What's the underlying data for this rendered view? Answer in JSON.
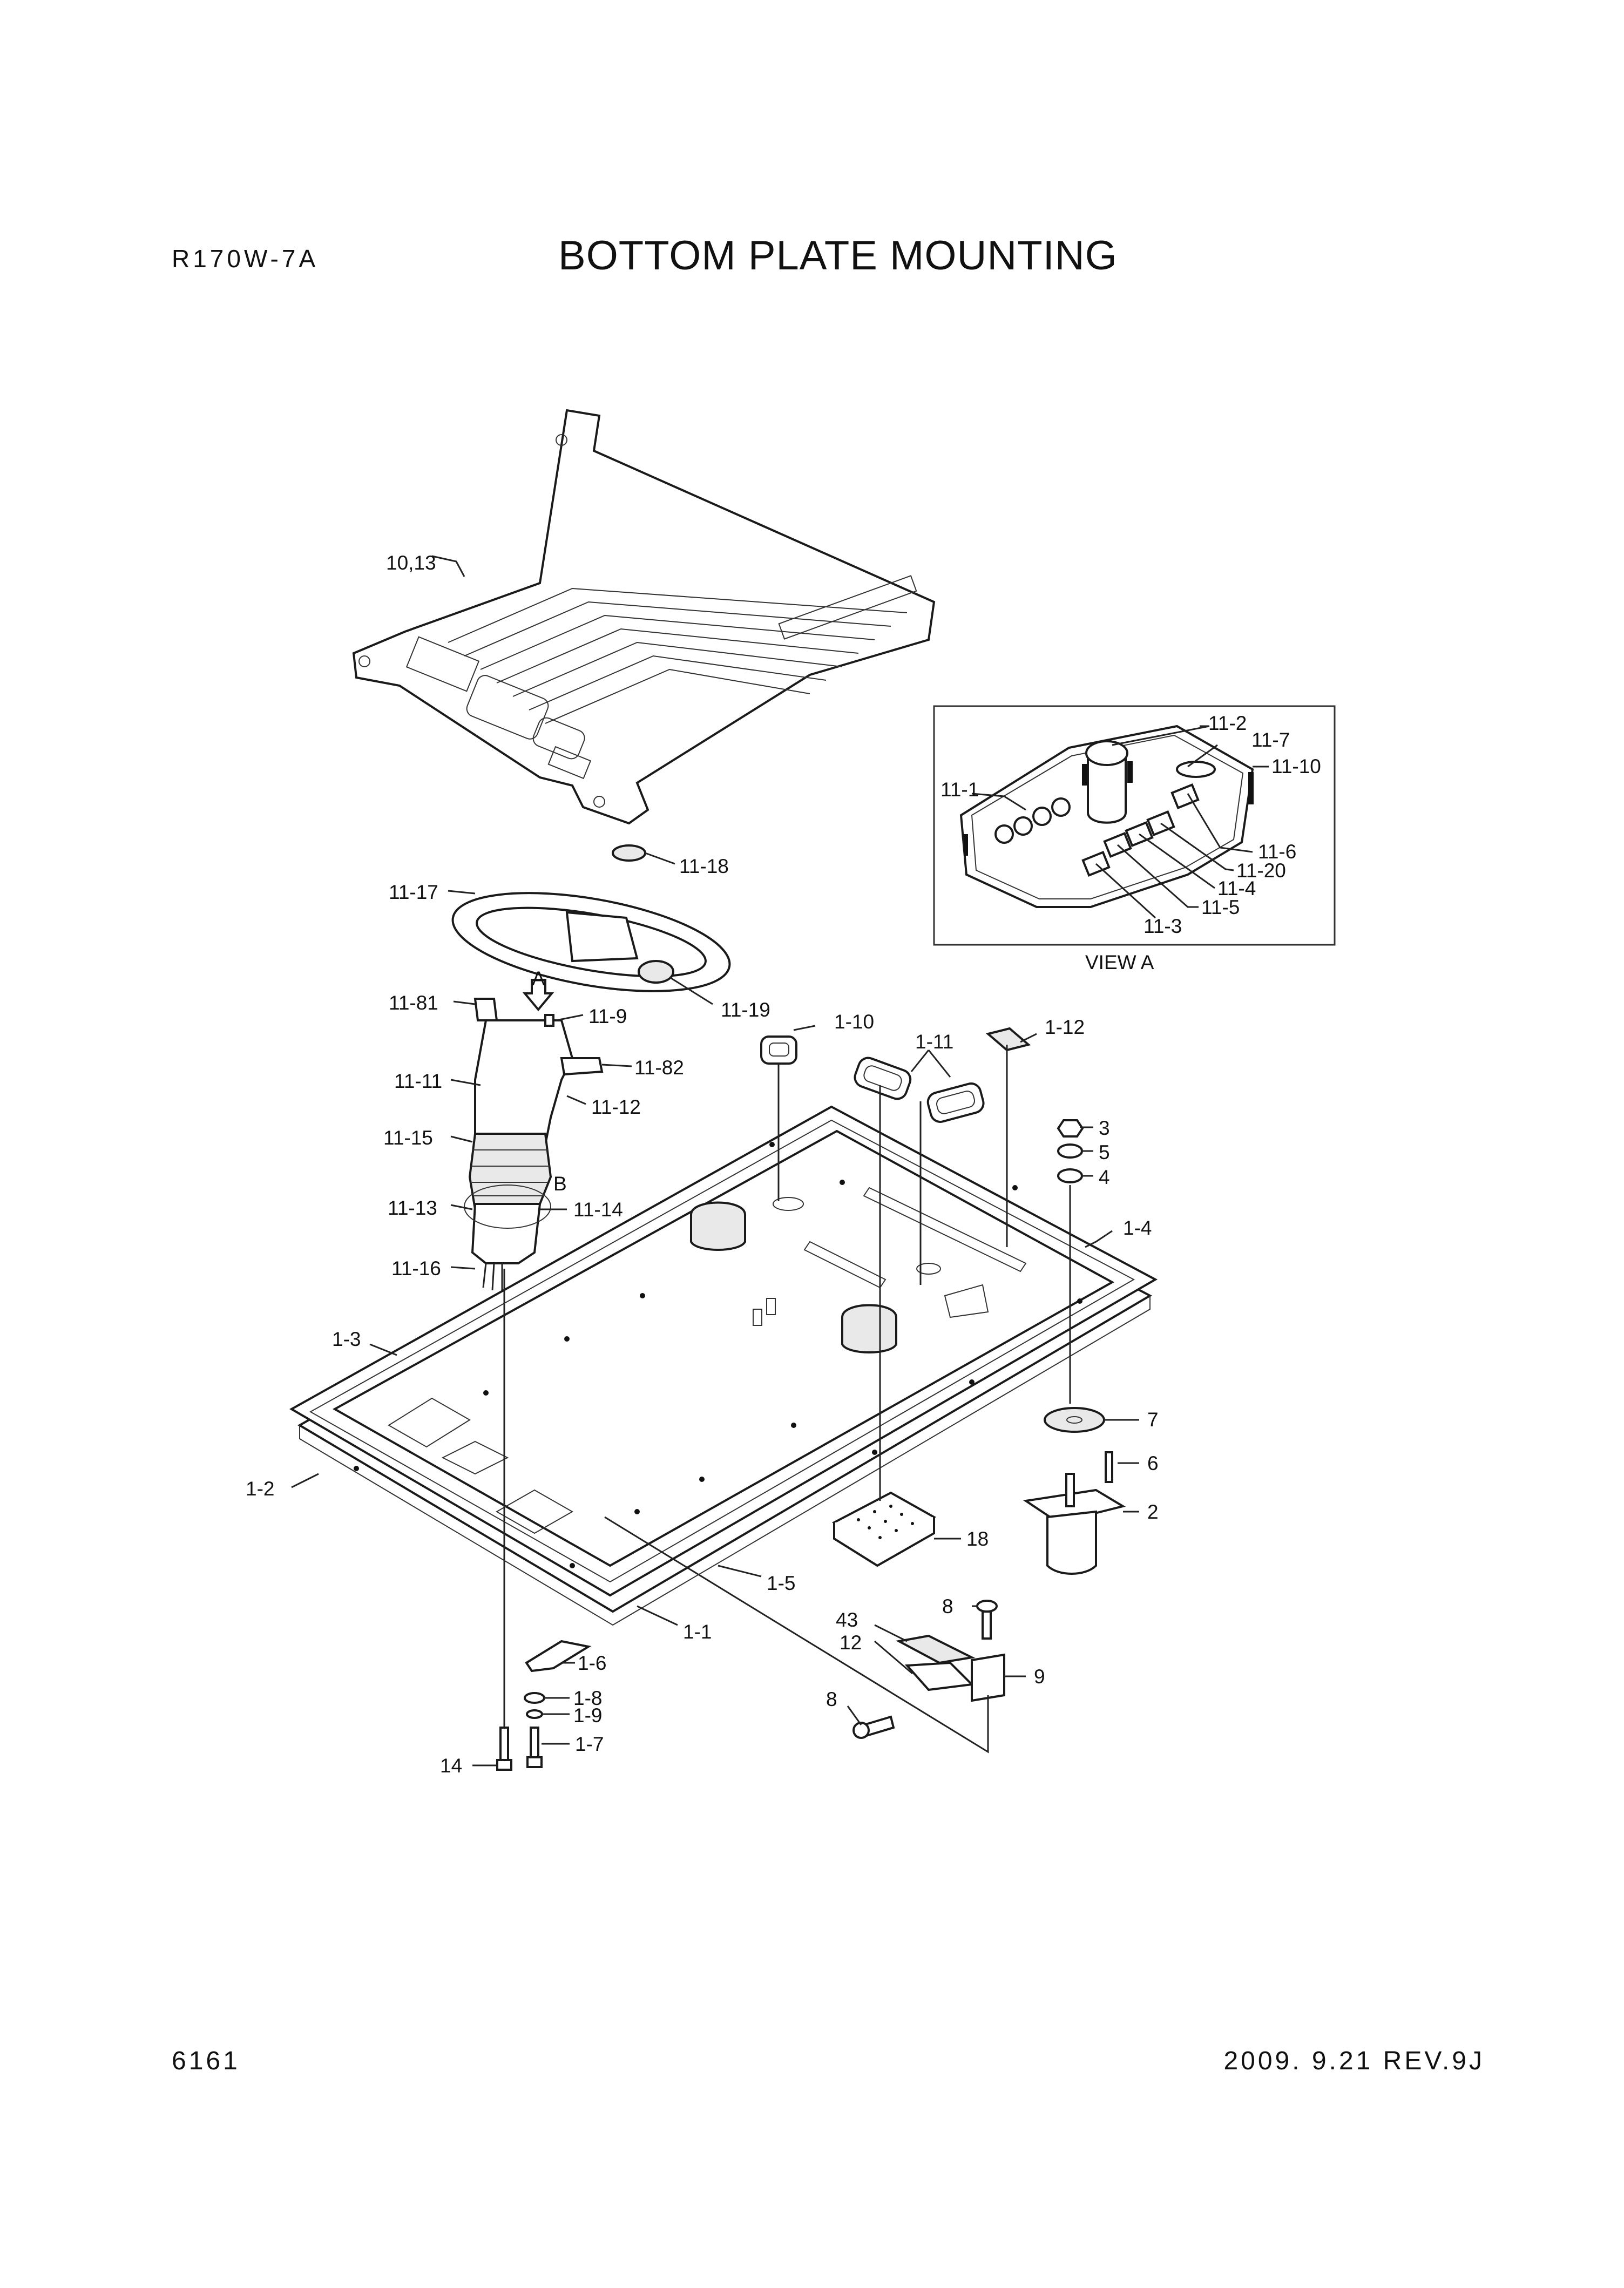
{
  "header": {
    "model": "R170W-7A",
    "title": "BOTTOM PLATE MOUNTING"
  },
  "footer": {
    "page_number": "6161",
    "revision": "2009. 9.21  REV.9J"
  },
  "view_a": {
    "caption": "VIEW A"
  },
  "callouts": {
    "c10_13": "10,13",
    "c11_17": "11-17",
    "c11_18": "11-18",
    "c11_19": "11-19",
    "c11_81": "11-81",
    "c11_9": "11-9",
    "c11_82": "11-82",
    "c11_11": "11-11",
    "c11_12": "11-12",
    "c11_15": "11-15",
    "c11_13": "11-13",
    "c11_14": "11-14",
    "c11_16": "11-16",
    "callout_a": "A",
    "callout_b": "B",
    "c1_10": "1-10",
    "c1_11": "1-11",
    "c1_12": "1-12",
    "c3": "3",
    "c5": "5",
    "c4": "4",
    "c1_4": "1-4",
    "c1_3": "1-3",
    "c1_2": "1-2",
    "c7": "7",
    "c6": "6",
    "c2": "2",
    "c18": "18",
    "c1_5": "1-5",
    "c1_1": "1-1",
    "c8_top": "8",
    "c43": "43",
    "c12": "12",
    "c9": "9",
    "c8_bottom": "8",
    "c1_6": "1-6",
    "c1_8": "1-8",
    "c1_9": "1-9",
    "c1_7": "1-7",
    "c14": "14",
    "v11_1": "11-1",
    "v11_2": "11-2",
    "v11_7": "11-7",
    "v11_10": "11-10",
    "v11_6": "11-6",
    "v11_20": "11-20",
    "v11_4": "11-4",
    "v11_5": "11-5",
    "v11_3": "11-3"
  }
}
